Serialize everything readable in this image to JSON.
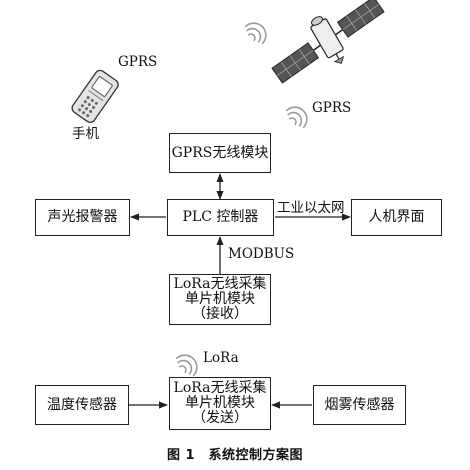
{
  "diagram": {
    "nodes": {
      "gprs_module": "GPRS无线模块",
      "alarm": "声光报警器",
      "plc": "PLC 控制器",
      "hmi": "人机界面",
      "lora_receive": "LoRa无线采集\n单片机模块\n（接收）",
      "lora_send": "LoRa无线采集\n单片机模块\n（发送）",
      "temp_sensor": "温度传感器",
      "smoke_sensor": "烟雾传感器"
    },
    "labels": {
      "gprs_phone": "GPRS",
      "gprs_satellite": "GPRS",
      "phone": "手机",
      "ethernet": "工业以太网",
      "modbus": "MODBUS",
      "lora": "LoRa"
    },
    "icons": {
      "phone": "mobile-phone-icon",
      "satellite": "satellite-icon",
      "signals": "wireless-signal-icon"
    },
    "caption": "图 1　系统控制方案图"
  }
}
